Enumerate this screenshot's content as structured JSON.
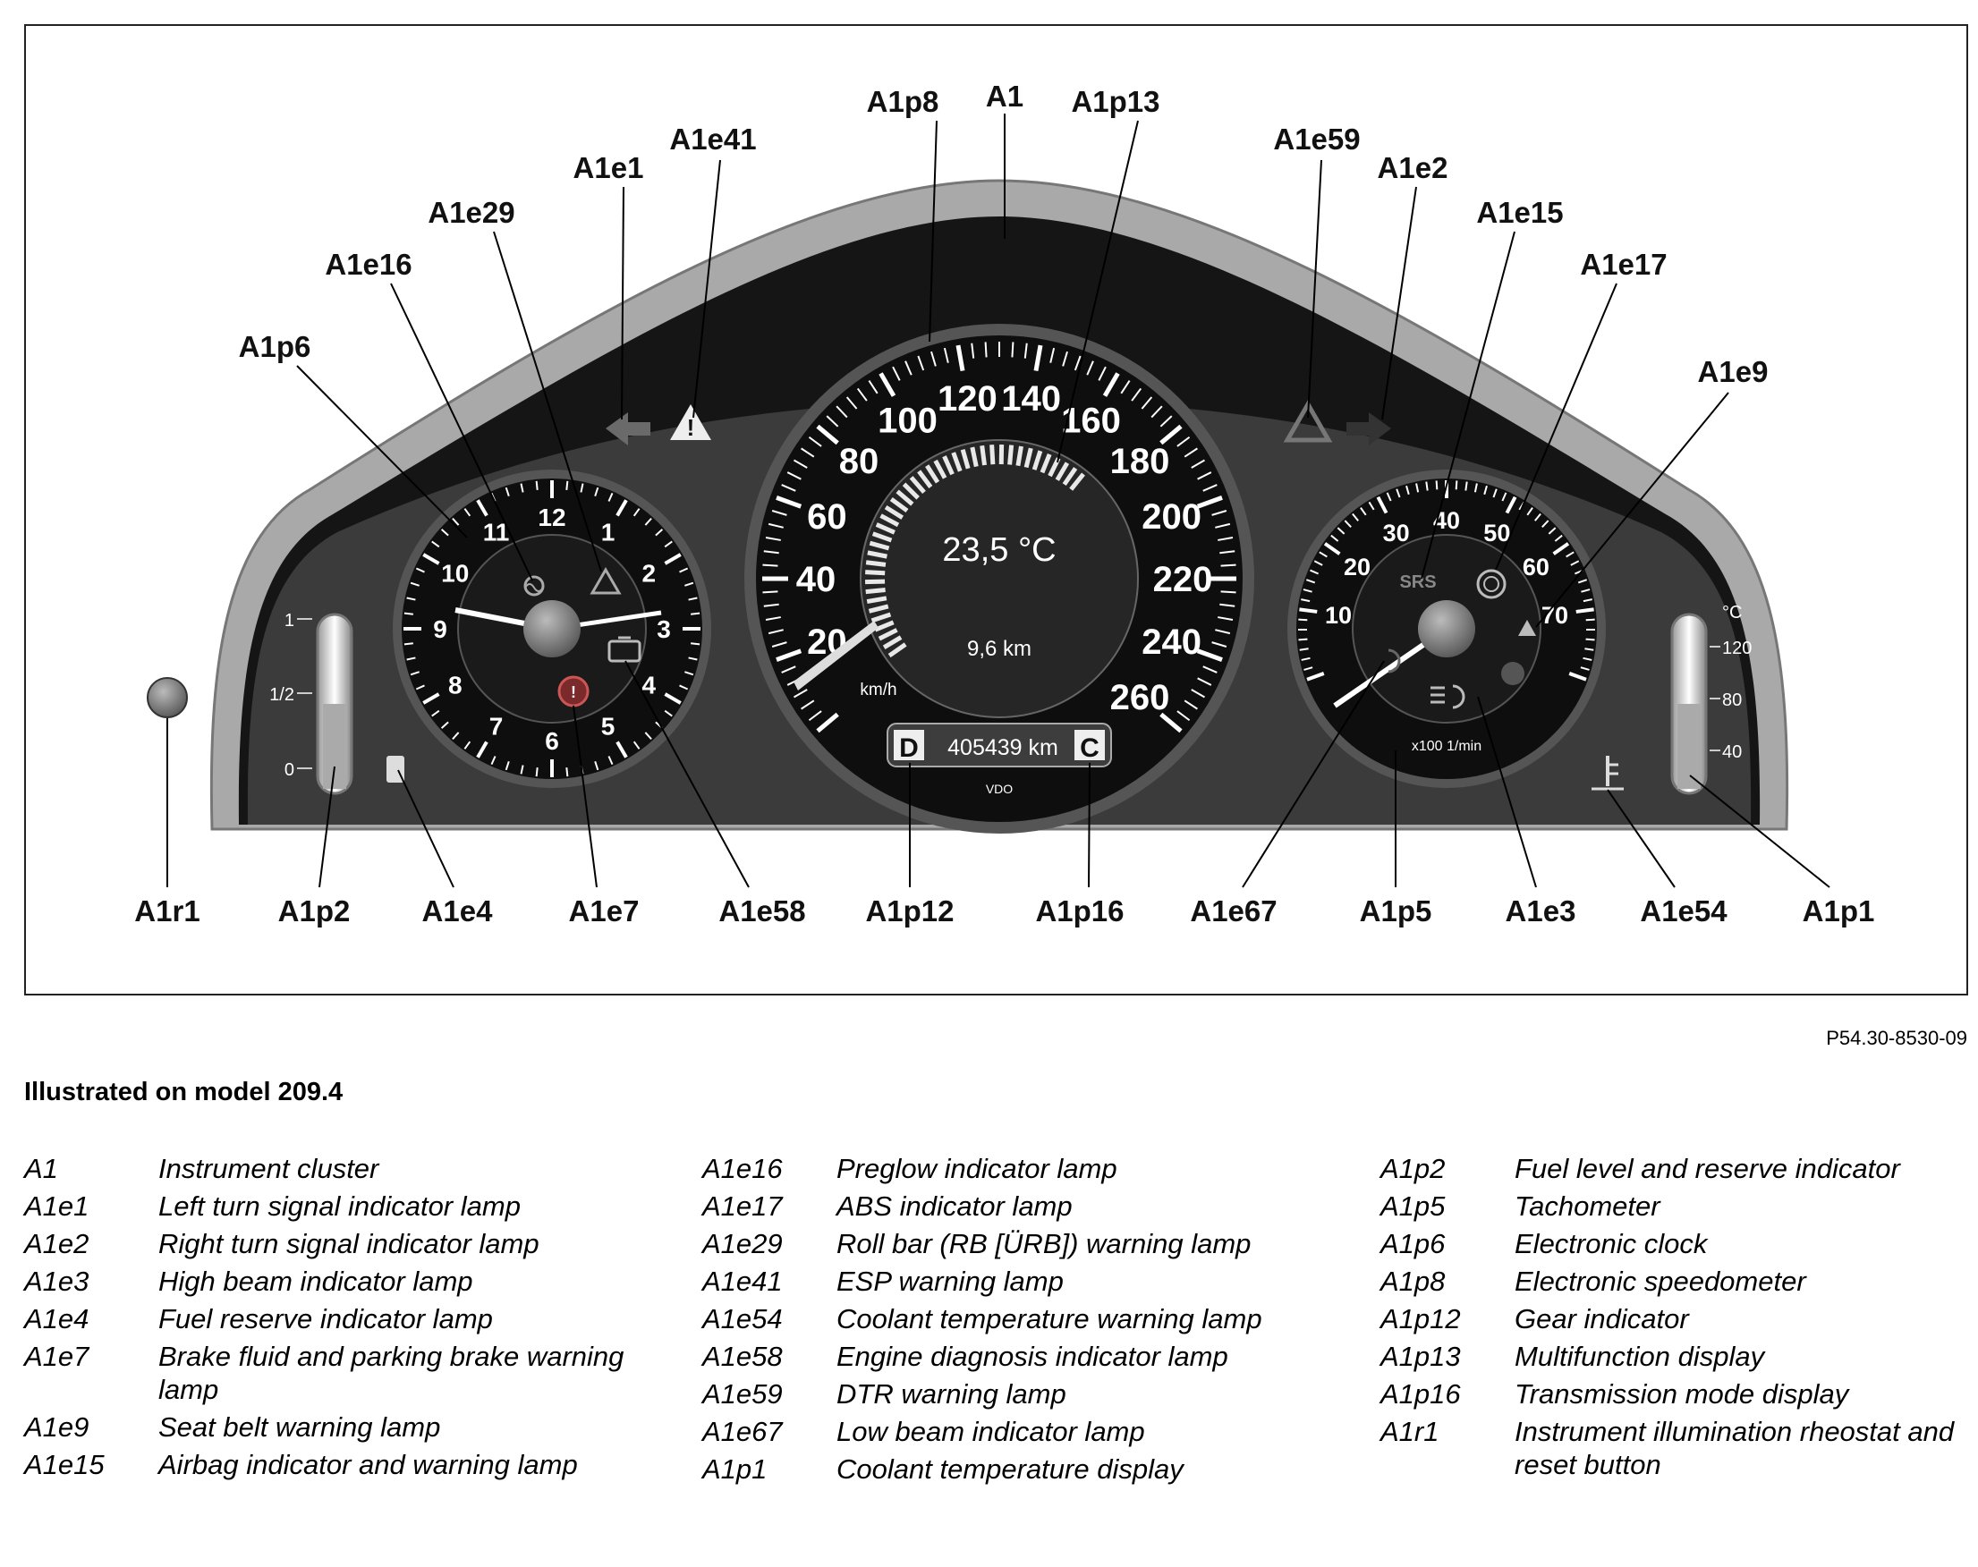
{
  "reference": "P54.30-8530-09",
  "model_note": "Illustrated on model 209.4",
  "cluster": {
    "speed_ticks": [
      "20",
      "40",
      "60",
      "80",
      "100",
      "120",
      "140",
      "160",
      "180",
      "200",
      "220",
      "240",
      "260"
    ],
    "speed_unit": "km/h",
    "temperature": "23,5 °C",
    "trip": "9,6 km",
    "odometer": "405439 km",
    "gear": "D",
    "mode": "C",
    "brand": "VDO",
    "clock_numbers": [
      "1",
      "2",
      "3",
      "4",
      "5",
      "6",
      "7",
      "8",
      "9",
      "10",
      "11",
      "12"
    ],
    "tacho_ticks": [
      "10",
      "20",
      "30",
      "40",
      "50",
      "60",
      "70"
    ],
    "tacho_unit": "x100 1/min",
    "fuel_ticks": [
      "1",
      "1/2",
      "0"
    ],
    "temp_ticks": [
      "°C",
      "120",
      "80",
      "40"
    ],
    "srs": "SRS"
  },
  "callouts": [
    "A1",
    "A1p8",
    "A1p13",
    "A1e41",
    "A1e1",
    "A1e29",
    "A1e16",
    "A1p6",
    "A1e59",
    "A1e2",
    "A1e15",
    "A1e17",
    "A1e9",
    "A1r1",
    "A1p2",
    "A1e4",
    "A1e7",
    "A1e58",
    "A1p12",
    "A1p16",
    "A1e67",
    "A1p5",
    "A1e3",
    "A1e54",
    "A1p1"
  ],
  "legend": [
    [
      {
        "code": "A1",
        "desc": "Instrument cluster"
      },
      {
        "code": "A1e1",
        "desc": "Left turn signal indicator lamp"
      },
      {
        "code": "A1e2",
        "desc": "Right turn signal indicator lamp"
      },
      {
        "code": "A1e3",
        "desc": "High beam indicator lamp"
      },
      {
        "code": "A1e4",
        "desc": "Fuel reserve indicator lamp"
      },
      {
        "code": "A1e7",
        "desc": "Brake fluid and parking brake warning lamp"
      },
      {
        "code": "A1e9",
        "desc": "Seat belt warning lamp"
      },
      {
        "code": "A1e15",
        "desc": "Airbag indicator and warning lamp"
      }
    ],
    [
      {
        "code": "A1e16",
        "desc": "Preglow indicator lamp"
      },
      {
        "code": "A1e17",
        "desc": "ABS indicator lamp"
      },
      {
        "code": "A1e29",
        "desc": "Roll bar (RB [ÜRB]) warning lamp"
      },
      {
        "code": "A1e41",
        "desc": "ESP warning lamp"
      },
      {
        "code": "A1e54",
        "desc": "Coolant temperature warning lamp"
      },
      {
        "code": "A1e58",
        "desc": "Engine diagnosis indicator lamp"
      },
      {
        "code": "A1e59",
        "desc": "DTR warning lamp"
      },
      {
        "code": "A1e67",
        "desc": "Low beam indicator lamp"
      },
      {
        "code": "A1p1",
        "desc": "Coolant temperature display"
      }
    ],
    [
      {
        "code": "A1p2",
        "desc": "Fuel level and reserve indicator"
      },
      {
        "code": "A1p5",
        "desc": "Tachometer"
      },
      {
        "code": "A1p6",
        "desc": "Electronic clock"
      },
      {
        "code": "A1p8",
        "desc": "Electronic speedometer"
      },
      {
        "code": "A1p12",
        "desc": "Gear indicator"
      },
      {
        "code": "A1p13",
        "desc": "Multifunction display"
      },
      {
        "code": "A1p16",
        "desc": "Transmission mode display"
      },
      {
        "code": "A1r1",
        "desc": "Instrument illumination rheostat and reset button"
      }
    ]
  ]
}
